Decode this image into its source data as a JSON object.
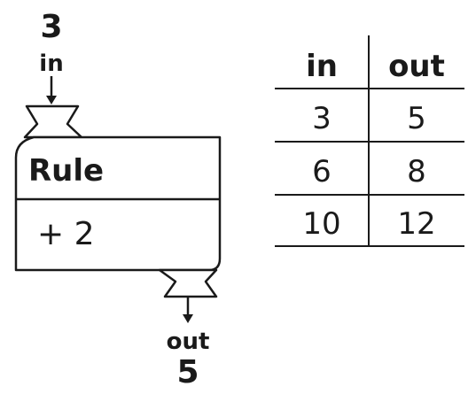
{
  "machine": {
    "input_value": "3",
    "input_label": "in",
    "rule_title": "Rule",
    "rule_expression": "+ 2",
    "output_label": "out",
    "output_value": "5"
  },
  "table": {
    "headers": [
      "in",
      "out"
    ],
    "rows": [
      [
        "3",
        "5"
      ],
      [
        "6",
        "8"
      ],
      [
        "10",
        "12"
      ]
    ]
  },
  "colors": {
    "ink": "#1a1a1a",
    "background": "#ffffff"
  }
}
